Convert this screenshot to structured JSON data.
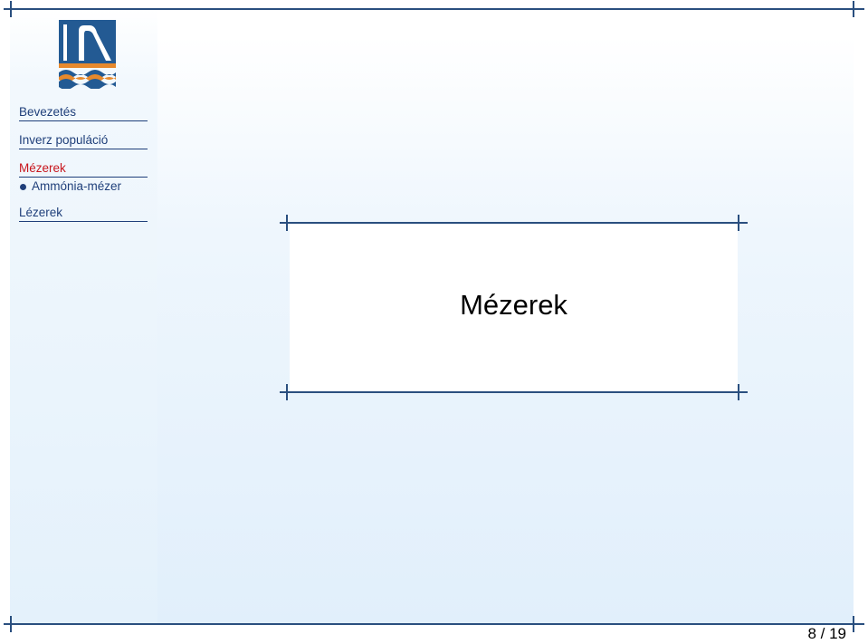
{
  "logo": {
    "name": "institution-logo",
    "colors": {
      "blue": "#235a93",
      "orange": "#e7892c"
    }
  },
  "nav": {
    "sections": [
      {
        "label": "Bevezetés",
        "active": false
      },
      {
        "label": "Inverz populáció",
        "active": false
      },
      {
        "label": "Mézerek",
        "active": true
      },
      {
        "label": "Lézerek",
        "active": false
      }
    ],
    "subsections": [
      {
        "label": "Ammónia-mézer",
        "parent": "Mézerek"
      }
    ]
  },
  "slide": {
    "title": "Mézerek"
  },
  "footer": {
    "page_number": "8 / 19"
  },
  "colors": {
    "frame": "#2a4f7f",
    "nav_text": "#1f3f7a",
    "active_section": "#c8161d",
    "background": "#e4f1fb"
  }
}
